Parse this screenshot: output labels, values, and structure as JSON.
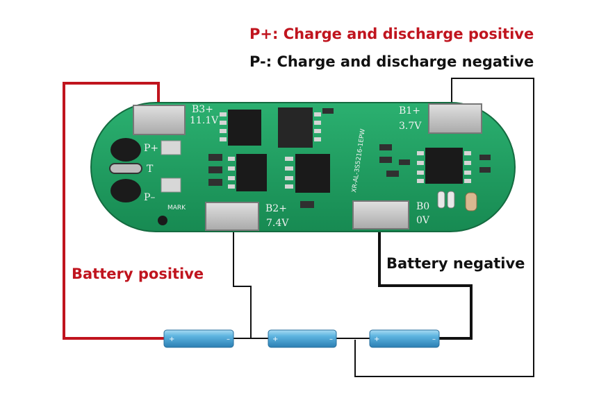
{
  "legend": {
    "p_plus": "P+: Charge and discharge positive",
    "p_minus": "P-: Charge and discharge negative"
  },
  "labels": {
    "battery_positive": "Battery positive",
    "battery_negative": "Battery negative"
  },
  "board": {
    "b3_pad": "B3+",
    "b3_voltage": "11.1V",
    "b2_pad": "B2+",
    "b2_voltage": "7.4V",
    "b1_pad": "B1+",
    "b1_voltage": "3.7V",
    "b0_pad": "B0",
    "b0_voltage": "0V",
    "p_plus_pad": "P+",
    "t_pad": "T",
    "p_minus_pad": "P–",
    "mark": "MARK",
    "model": "XR-AL-3S5216-1EPW"
  },
  "cells": {
    "plus_sign": "+",
    "minus_sign": "–"
  },
  "colors": {
    "positive_wire": "#c0141e",
    "negative_wire": "#111111",
    "pcb_green": "#1f9a5e",
    "cell_blue": "#4aa3d4",
    "pad_silver": "#c8c8c8",
    "legend_red": "#c0141e"
  }
}
